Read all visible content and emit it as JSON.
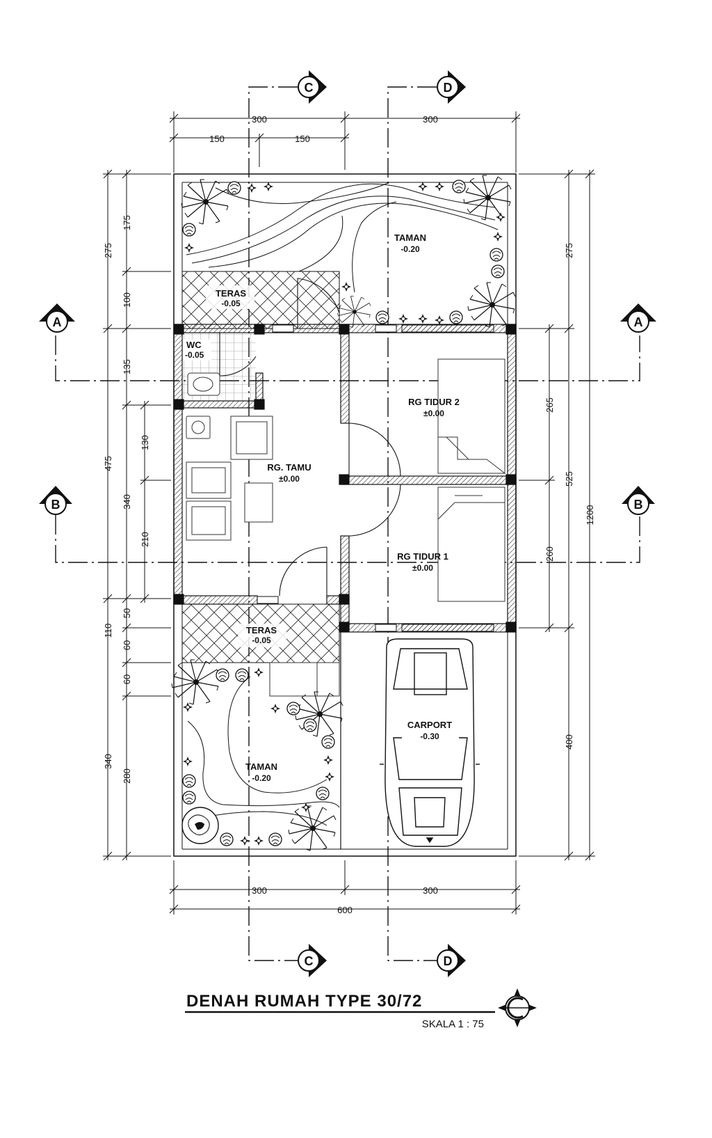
{
  "rooms": {
    "taman_rear": {
      "name": "TAMAN",
      "level": "-0.20"
    },
    "teras_rear": {
      "name": "TERAS",
      "level": "-0.05"
    },
    "wc": {
      "name": "WC",
      "level": "-0.05"
    },
    "rg_tamu": {
      "name": "RG. TAMU",
      "level": "±0.00"
    },
    "rg_tidur_2": {
      "name": "RG TIDUR 2",
      "level": "±0.00"
    },
    "rg_tidur_1": {
      "name": "RG TIDUR 1",
      "level": "±0.00"
    },
    "teras_front": {
      "name": "TERAS",
      "level": "-0.05"
    },
    "taman_front": {
      "name": "TAMAN",
      "level": "-0.20"
    },
    "carport": {
      "name": "CARPORT",
      "level": "-0.30"
    }
  },
  "dimensions": {
    "top_overall": [
      "300",
      "300"
    ],
    "top_sub": [
      "150",
      "150"
    ],
    "bottom_halves": [
      "300",
      "300"
    ],
    "bottom_total": "600",
    "left_outer": [
      "275",
      "475",
      "340"
    ],
    "left_inner": [
      "175",
      "100",
      "135",
      "340",
      "110",
      "340"
    ],
    "left_detail": [
      "130",
      "210",
      "50",
      "60",
      "60",
      "280"
    ],
    "right_outer": "1200",
    "right_mid": [
      "275",
      "525",
      "400"
    ],
    "right_inner": [
      "265",
      "260"
    ]
  },
  "section_markers": {
    "a": "A",
    "b": "B",
    "c": "C",
    "d": "D"
  },
  "title": {
    "main": "DENAH  RUMAH TYPE 30/72",
    "scale": "SKALA 1 : 75"
  }
}
